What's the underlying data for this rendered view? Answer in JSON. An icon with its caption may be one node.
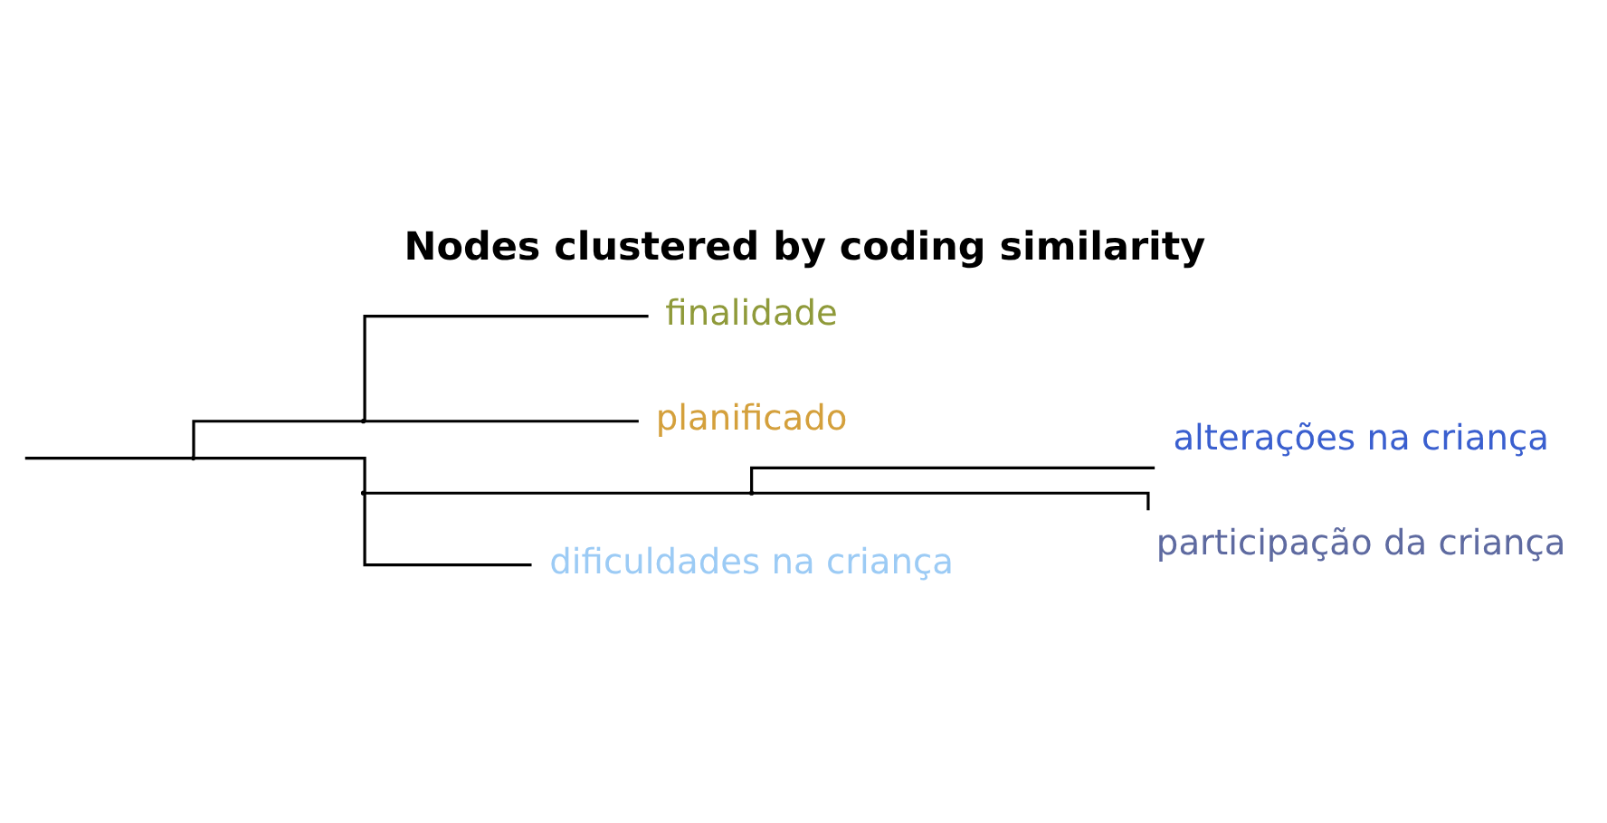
{
  "diagram": {
    "title": "Nodes clustered by coding similarity",
    "nodes": [
      {
        "text": [],
        "shape": "point"
      },
      {
        "text": [],
        "shape": "point"
      },
      {
        "text": [],
        "shape": "point"
      },
      {
        "text": [],
        "shape": "point"
      },
      {
        "text": [
          "finalidade"
        ]
      },
      {
        "text": [
          "planificado"
        ]
      },
      {
        "text": [
          "dificuldades na criança"
        ]
      },
      {
        "text": [
          "alterações na criança"
        ]
      },
      {
        "text": [
          "participação da criança"
        ]
      }
    ],
    "edges": [
      {
        "from": null,
        "to": 0,
        "arrow": "none"
      },
      {
        "from": 0,
        "to": 1,
        "arrow": "none"
      },
      {
        "from": 0,
        "to": 2,
        "arrow": "none"
      },
      {
        "from": 1,
        "to": 4,
        "arrow": "none"
      },
      {
        "from": 1,
        "to": 5,
        "arrow": "none"
      },
      {
        "from": 2,
        "to": 6,
        "arrow": "none"
      },
      {
        "from": 2,
        "to": 3,
        "arrow": "none"
      },
      {
        "from": 3,
        "to": 7,
        "arrow": "none"
      },
      {
        "from": 3,
        "to": 8,
        "arrow": "none"
      }
    ]
  }
}
